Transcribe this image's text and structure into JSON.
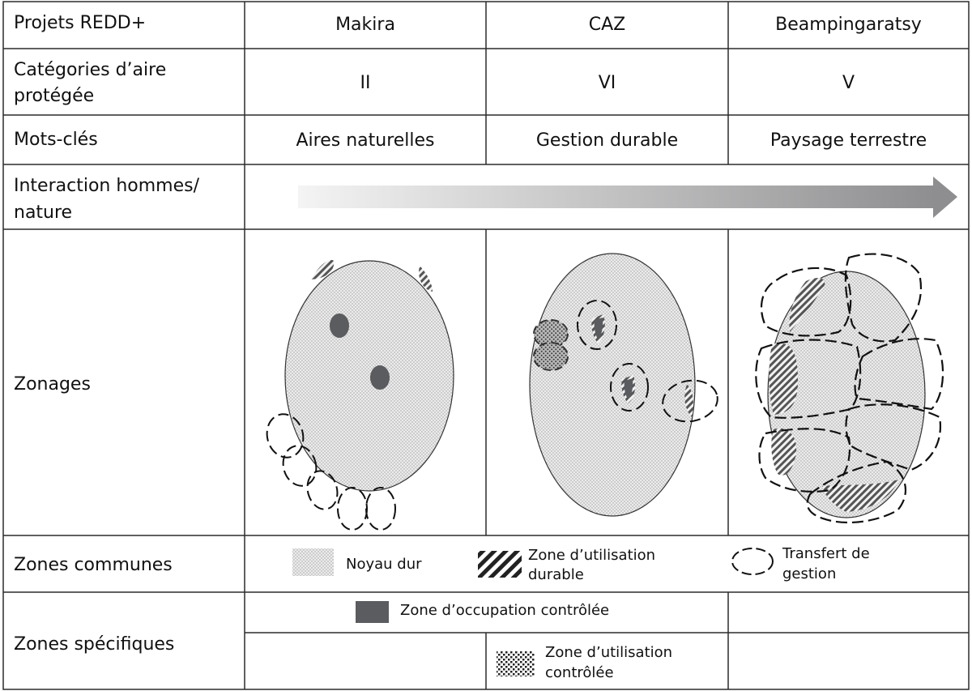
{
  "header": {
    "row_label": "Projets REDD+",
    "projects": [
      "Makira",
      "CAZ",
      "Beampingaratsy"
    ]
  },
  "categories": {
    "row_label_line1": "Catégories d’aire",
    "row_label_line2": "protégée",
    "values": [
      "II",
      "VI",
      "V"
    ]
  },
  "keywords": {
    "row_label": "Mots-clés",
    "values": [
      "Aires naturelles",
      "Gestion durable",
      "Paysage terrestre"
    ]
  },
  "interaction": {
    "row_label_line1": "Interaction hommes/",
    "row_label_line2": "nature"
  },
  "zonages": {
    "row_label": "Zonages"
  },
  "zones_communes": {
    "row_label": "Zones communes",
    "items": [
      {
        "label_line1": "Noyau dur",
        "label_line2": ""
      },
      {
        "label_line1": "Zone d’utilisation",
        "label_line2": "durable"
      },
      {
        "label_line1": "Transfert de",
        "label_line2": "gestion"
      }
    ]
  },
  "zones_specifiques": {
    "row_label": "Zones spécifiques",
    "occupation_label": "Zone d’occupation contrôlée",
    "utilisation_line1": "Zone d’utilisation",
    "utilisation_line2": "contrôlée"
  },
  "colors": {
    "border": "#2b2b2b",
    "dark_fill": "#5a5c5f",
    "light_fill": "#e8e8e8",
    "arrow_start": "#f2f2f2",
    "arrow_end": "#8e8e90"
  }
}
